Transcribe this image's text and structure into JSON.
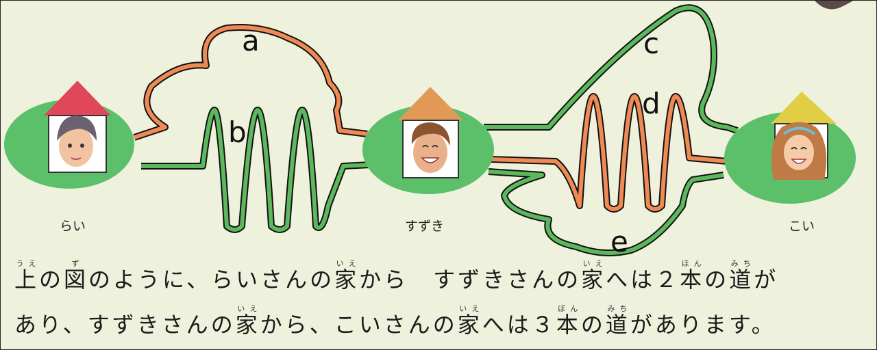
{
  "nodes": [
    {
      "id": "rai",
      "label": "らい",
      "roof_color": "#e0485a"
    },
    {
      "id": "suzuki",
      "label": "すずき",
      "roof_color": "#e09a55"
    },
    {
      "id": "koi",
      "label": "こい",
      "roof_color": "#e0cf45"
    }
  ],
  "routes": [
    {
      "label": "a",
      "from": "らい",
      "to": "すずき",
      "color": "#f08a55"
    },
    {
      "label": "b",
      "from": "らい",
      "to": "すずき",
      "color": "#5cb85c"
    },
    {
      "label": "c",
      "from": "すずき",
      "to": "こい",
      "color": "#5cb85c"
    },
    {
      "label": "d",
      "from": "すずき",
      "to": "こい",
      "color": "#f08a55"
    },
    {
      "label": "e",
      "from": "すずき",
      "to": "こい",
      "color": "#5cb85c"
    }
  ],
  "text": {
    "line1": [
      {
        "t": "上",
        "r": "うえ"
      },
      {
        "t": "の"
      },
      {
        "t": "図",
        "r": "ず"
      },
      {
        "t": "のように、らいさんの"
      },
      {
        "t": "家",
        "r": "いえ"
      },
      {
        "t": "から　すずきさんの"
      },
      {
        "t": "家",
        "r": "いえ"
      },
      {
        "t": "へは２"
      },
      {
        "t": "本",
        "r": "ほん"
      },
      {
        "t": "の"
      },
      {
        "t": "道",
        "r": "みち"
      },
      {
        "t": "が"
      }
    ],
    "line2": [
      {
        "t": "あり、すずきさんの"
      },
      {
        "t": "家",
        "r": "いえ"
      },
      {
        "t": "から、こいさんの"
      },
      {
        "t": "家",
        "r": "いえ"
      },
      {
        "t": "へは３"
      },
      {
        "t": "本",
        "r": "ぼん"
      },
      {
        "t": "の"
      },
      {
        "t": "道",
        "r": "みち"
      },
      {
        "t": "があります。"
      }
    ]
  },
  "colors": {
    "background": "#eef2dc",
    "node_fill": "#5cbf6a",
    "orange_road": "#f08a55",
    "green_road": "#5cb85c"
  }
}
